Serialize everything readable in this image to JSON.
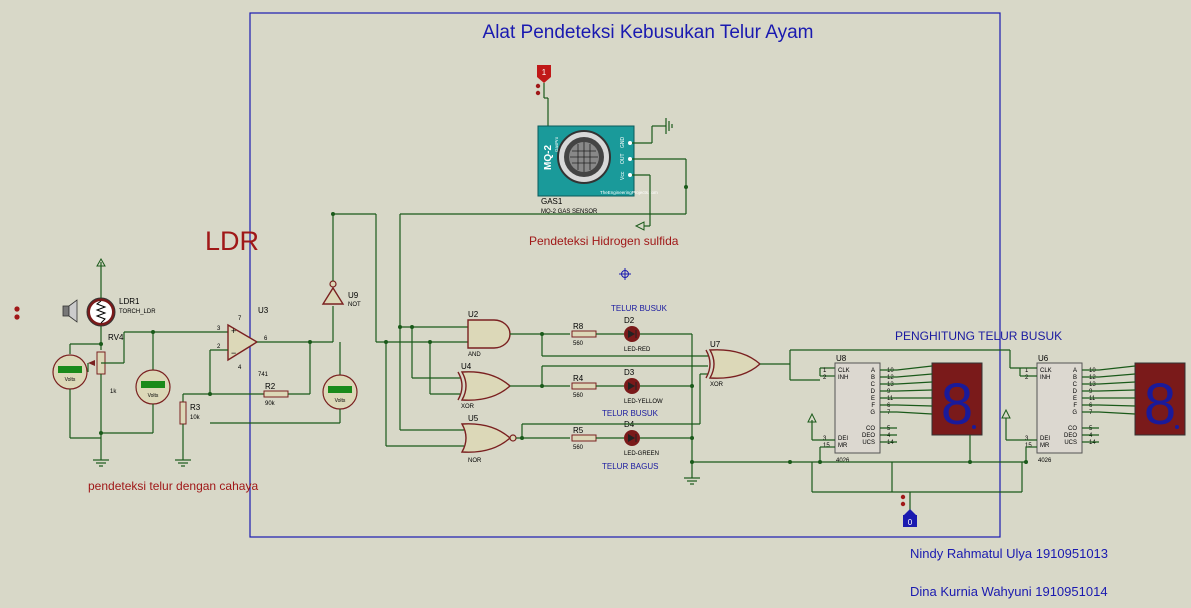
{
  "colors": {
    "background": "#d8d8c8",
    "wire": "#1a5a1a",
    "frame": "#1a1ab0",
    "title": "#1a1ab0",
    "annotation_red": "#a01818",
    "annotation_blue": "#1a1aa0",
    "component_outline": "#7a2020",
    "display_digit": "#1a1a9a",
    "sensor_body": "#1a9a9a"
  },
  "title": "Alat Pendeteksi Kebusukan Telur Ayam",
  "ldr_big_label": "LDR",
  "annotations": {
    "gas_caption": "Pendeteksi Hidrogen sulfida",
    "ldr_caption": "pendeteksi telur dengan cahaya",
    "telur_busuk_1": "TELUR BUSUK",
    "telur_busuk_2": "TELUR BUSUK",
    "telur_bagus": "TELUR BAGUS",
    "counter_title": "PENGHITUNG TELUR BUSUK"
  },
  "authors": [
    "Nindy Rahmatul Ulya 1910951013",
    "Dina Kurnia Wahyuni 1910951014"
  ],
  "components": {
    "ldr1": {
      "ref": "LDR1",
      "value": "TORCH_LDR"
    },
    "rv4": {
      "ref": "RV4",
      "value": "1k"
    },
    "u3": {
      "ref": "U3",
      "value": "741",
      "pin3": "3",
      "pin2": "2",
      "pin6": "6",
      "pin7": "7",
      "pin4": "4"
    },
    "r2": {
      "ref": "R2",
      "value": "90k"
    },
    "r3": {
      "ref": "R3",
      "value": "10k"
    },
    "u9": {
      "ref": "U9",
      "value": "NOT"
    },
    "gas1": {
      "ref": "GAS1",
      "value": "MQ-2 GAS SENSOR",
      "model": "MQ-2",
      "pins": [
        "GND",
        "OUT",
        "Vcc"
      ],
      "brand": "TheEngineeringProjects.com",
      "side": "GasPro"
    },
    "u2": {
      "ref": "U2",
      "value": "AND"
    },
    "u4": {
      "ref": "U4",
      "value": "XOR"
    },
    "u5": {
      "ref": "U5",
      "value": "NOR"
    },
    "u7": {
      "ref": "U7",
      "value": "XOR"
    },
    "r8": {
      "ref": "R8",
      "value": "560"
    },
    "r4": {
      "ref": "R4",
      "value": "560"
    },
    "r5": {
      "ref": "R5",
      "value": "560"
    },
    "d2": {
      "ref": "D2",
      "value": "LED-RED"
    },
    "d3": {
      "ref": "D3",
      "value": "LED-YELLOW"
    },
    "d4": {
      "ref": "D4",
      "value": "LED-GREEN"
    },
    "u8": {
      "ref": "U8",
      "value": "4026"
    },
    "u6": {
      "ref": "U6",
      "value": "4026"
    },
    "logic_probe_top": "1",
    "logic_probe_bottom": "0",
    "voltmeter_label": "Volts",
    "display_digit": "8"
  },
  "ic4026": {
    "left_pins": [
      {
        "num": "1",
        "name": "CLK"
      },
      {
        "num": "2",
        "name": "INH"
      },
      {
        "num": "3",
        "name": "DEI"
      },
      {
        "num": "15",
        "name": "MR"
      }
    ],
    "right_pins": [
      {
        "num": "10",
        "name": "A"
      },
      {
        "num": "12",
        "name": "B"
      },
      {
        "num": "13",
        "name": "C"
      },
      {
        "num": "9",
        "name": "D"
      },
      {
        "num": "11",
        "name": "E"
      },
      {
        "num": "6",
        "name": "F"
      },
      {
        "num": "7",
        "name": "G"
      },
      {
        "num": "5",
        "name": "CO"
      },
      {
        "num": "4",
        "name": "DEO"
      },
      {
        "num": "14",
        "name": "UCS"
      }
    ]
  }
}
